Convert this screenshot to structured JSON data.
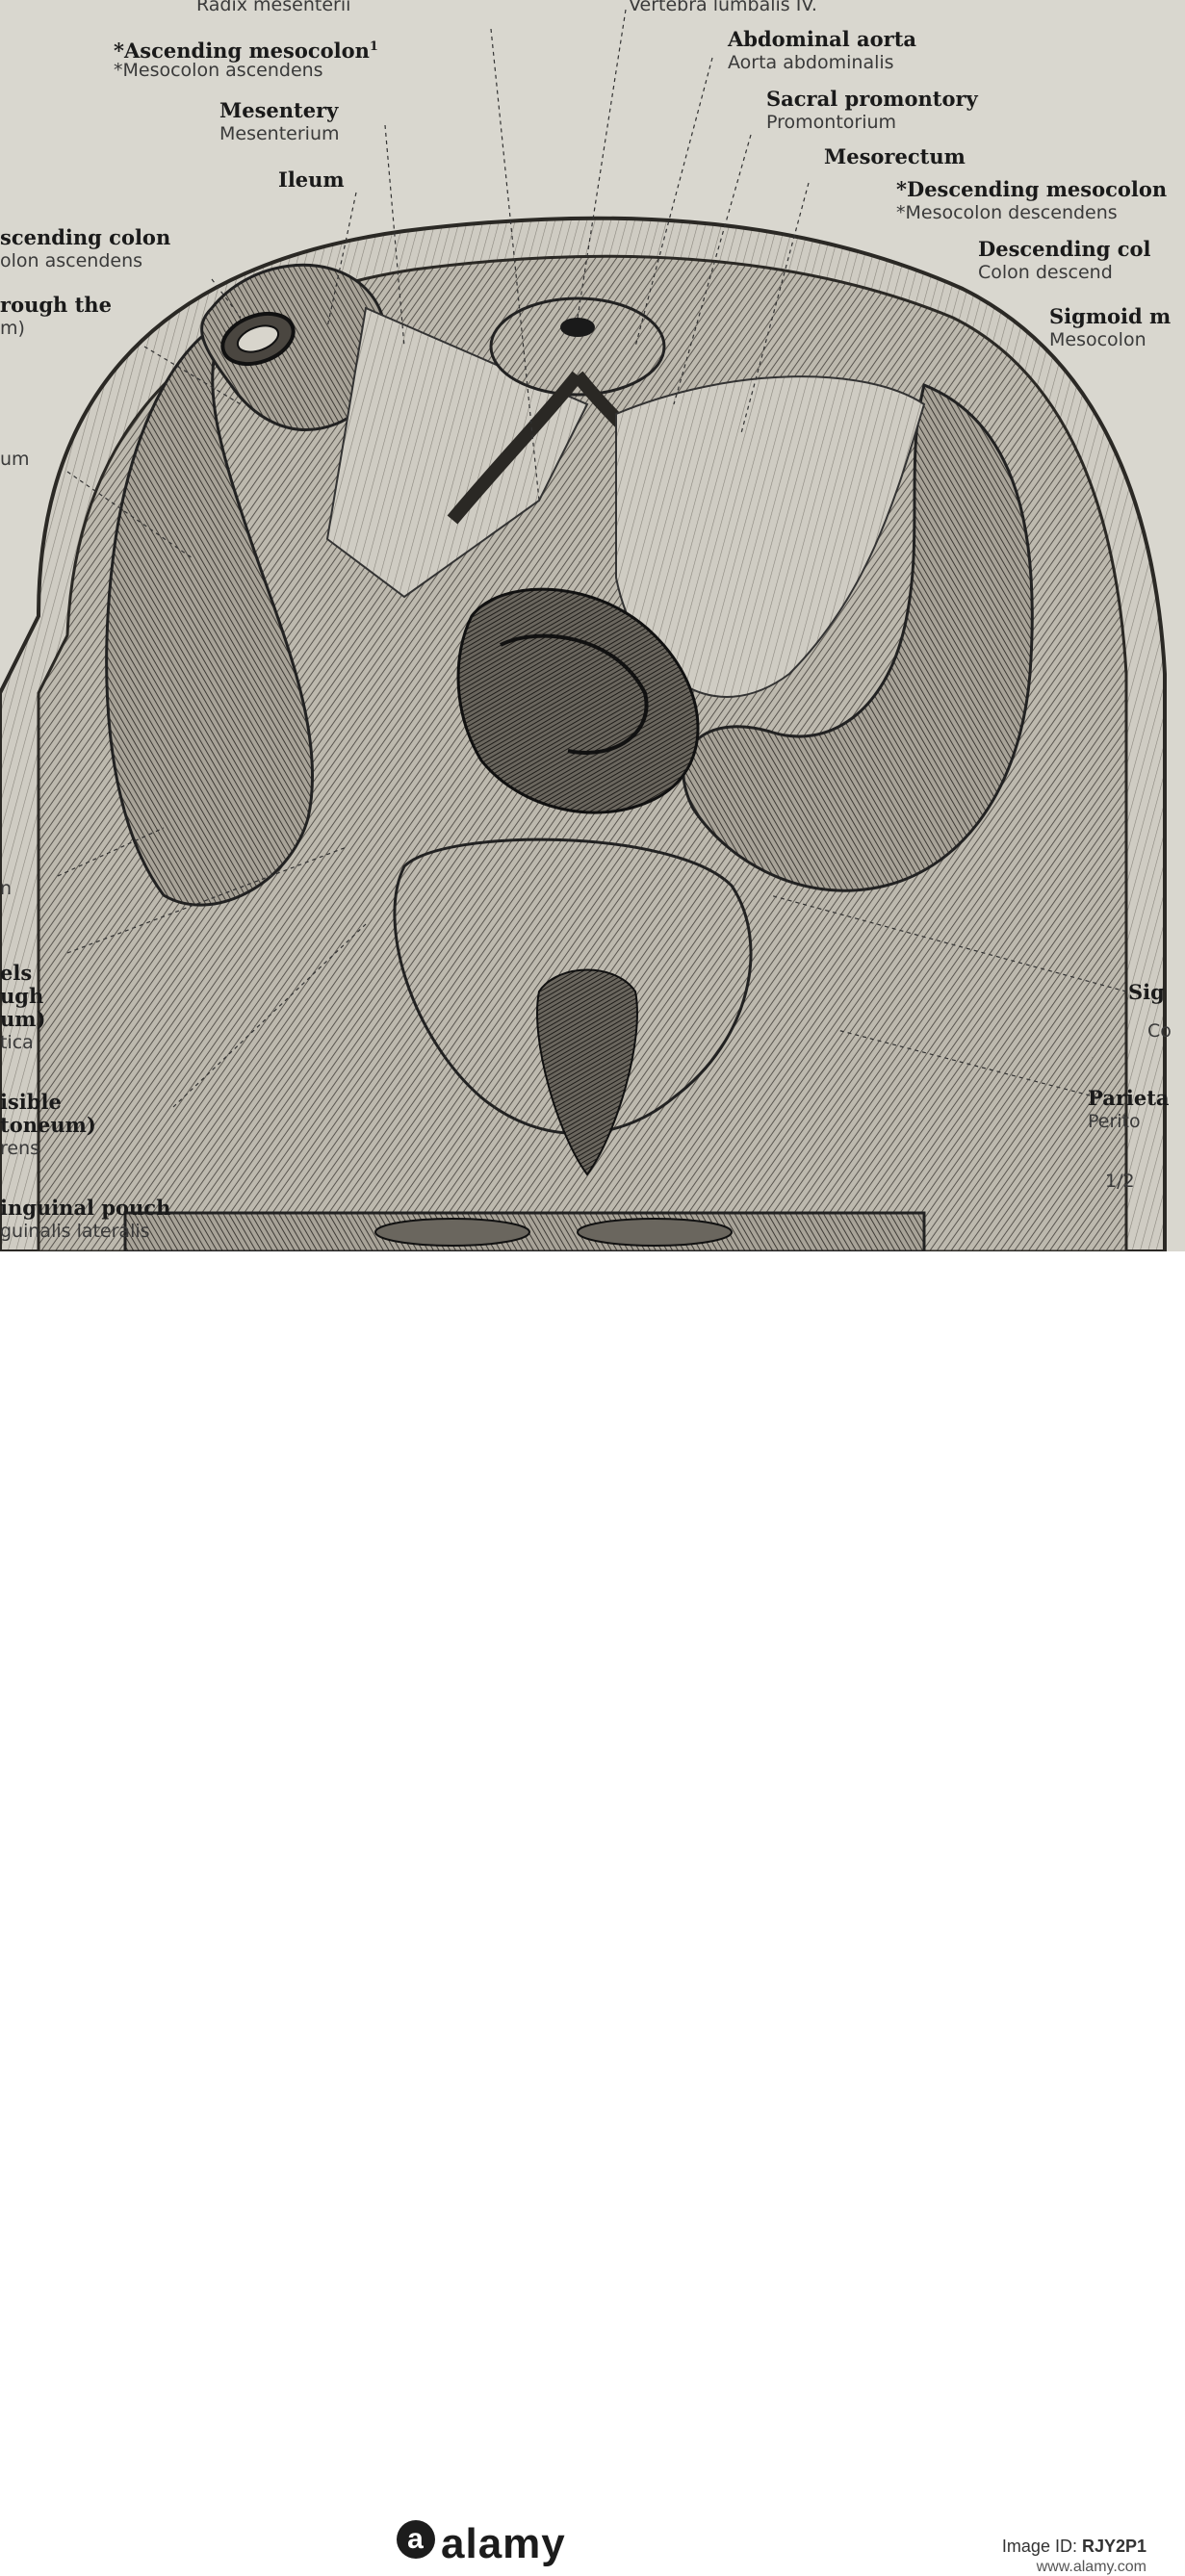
{
  "labels": {
    "radix": "Radix mesenterii",
    "vertebra": "Vertebra lumbalis IV.",
    "asc_meso_en": "*Ascending mesocolon",
    "asc_meso_sup": "1",
    "asc_meso_la": "*Mesocolon ascendens",
    "mesentery_en": "Mesentery",
    "mesentery_la": "Mesenterium",
    "ileum": "Ileum",
    "abd_aorta_en": "Abdominal aorta",
    "abd_aorta_la": "Aorta abdominalis",
    "sacral_en": "Sacral promontory",
    "sacral_la": "Promontorium",
    "mesorectum": "Mesorectum",
    "desc_meso_en": "*Descending mesocolon",
    "desc_meso_la": "*Mesocolon descendens",
    "desc_colon_en": "Descending col",
    "desc_colon_la": "Colon descend",
    "sigmoid_en": "Sigmoid m",
    "sigmoid_la": "Mesocolon",
    "asc_colon_en": "scending colon",
    "asc_colon_la": "olon ascendens",
    "through_en": "rough the",
    "through_la": "m)",
    "um": "um",
    "n": "n",
    "els": "els",
    "ugh": "ugh",
    "um2": "um)",
    "tica": "tica",
    "isible": "isible",
    "toneum": "toneum)",
    "rens": "rens",
    "inguinal_en": "inguinal pouch",
    "inguinal_la": "guinalis lateralis",
    "sig_right": "Sig",
    "co_right": "Co",
    "parieta": "Parieta",
    "perito": "Perito",
    "half": "1/2"
  },
  "footer": {
    "watermark": "alamy",
    "stock_prefix": "Image ID: ",
    "stock_id": "RJY2P1",
    "stock_url": "www.alamy.com"
  }
}
